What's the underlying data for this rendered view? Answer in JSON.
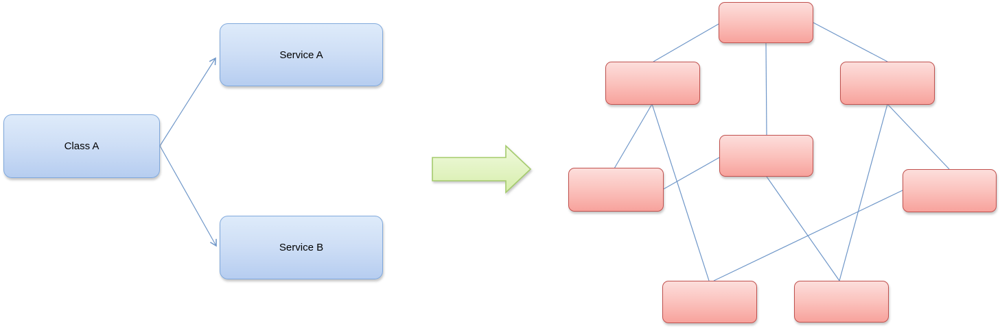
{
  "left_diagram": {
    "nodes": [
      {
        "id": "class-a",
        "label": "Class A"
      },
      {
        "id": "service-a",
        "label": "Service A"
      },
      {
        "id": "service-b",
        "label": "Service B"
      }
    ],
    "edges": [
      {
        "from": "class-a",
        "to": "service-a",
        "arrowhead": "open"
      },
      {
        "from": "class-a",
        "to": "service-b",
        "arrowhead": "open"
      }
    ]
  },
  "transform_arrow": {
    "shape": "right-block-arrow",
    "direction": "right"
  },
  "right_diagram": {
    "node_count": 8,
    "nodes": [
      "n1",
      "n2",
      "n3",
      "n4",
      "n5",
      "n6",
      "n7",
      "n8"
    ],
    "edges": [
      [
        "n1",
        "n2"
      ],
      [
        "n1",
        "n3"
      ],
      [
        "n1",
        "n4"
      ],
      [
        "n2",
        "n5"
      ],
      [
        "n2",
        "n7"
      ],
      [
        "n5",
        "n4"
      ],
      [
        "n4",
        "n8"
      ],
      [
        "n3",
        "n6"
      ],
      [
        "n3",
        "n8"
      ],
      [
        "n6",
        "n7"
      ]
    ]
  },
  "colors": {
    "background": "#FFFFFF",
    "blue_node_fill_top": "#DEEBFA",
    "blue_node_fill_bottom": "#B6CDF0",
    "blue_node_border": "#7FA8DC",
    "pink_node_fill_top": "#FCDEDC",
    "pink_node_fill_bottom": "#F7A29C",
    "pink_node_border": "#C0504D",
    "connector_line": "#6E96C8",
    "arrow_fill_top": "#EFF9DC",
    "arrow_fill_bottom": "#D7EEAC",
    "arrow_border": "#A5CB6D",
    "label_text": "#000000"
  }
}
